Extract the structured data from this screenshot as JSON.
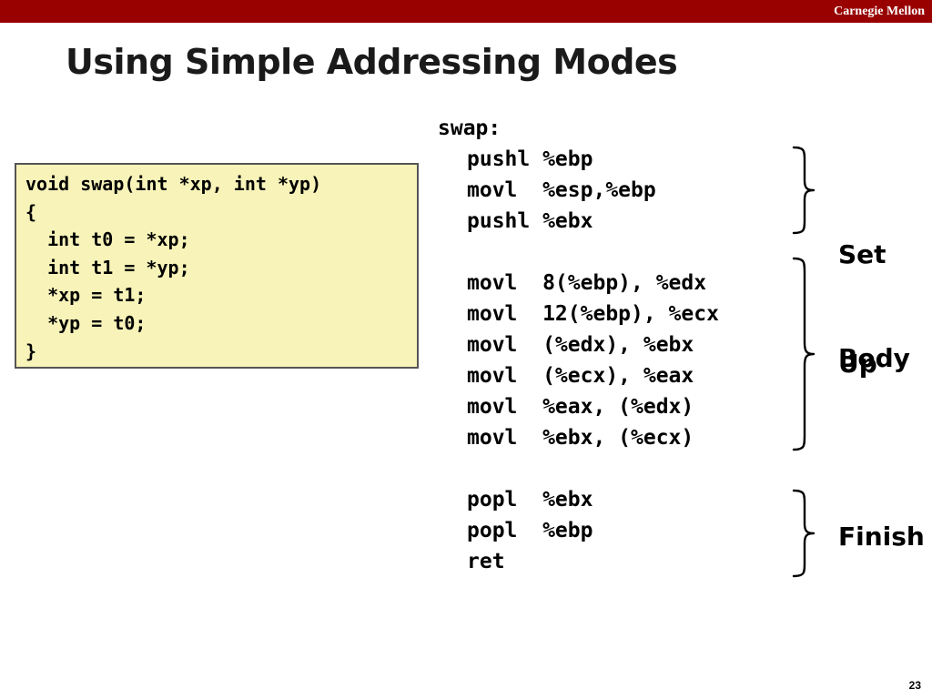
{
  "header": {
    "institution": "Carnegie Mellon",
    "bar_color": "#990000"
  },
  "title": "Using Simple Addressing Modes",
  "c_code": {
    "background": "#f7f3b9",
    "lines": [
      "void swap(int *xp, int *yp)",
      "{",
      "  int t0 = *xp;",
      "  int t1 = *yp;",
      "  *xp = t1;",
      "  *yp = t0;",
      "}"
    ]
  },
  "assembly": {
    "label": "swap:",
    "set_up": [
      "pushl %ebp",
      "movl  %esp,%ebp",
      "pushl %ebx"
    ],
    "body": [
      "movl  8(%ebp), %edx",
      "movl  12(%ebp), %ecx",
      "movl  (%edx), %ebx",
      "movl  (%ecx), %eax",
      "movl  %eax, (%edx)",
      "movl  %ebx, (%ecx)"
    ],
    "finish": [
      "popl  %ebx",
      "popl  %ebp",
      "ret"
    ]
  },
  "sections": {
    "set_up_line1": "Set",
    "set_up_line2": "Up",
    "body": "Body",
    "finish": "Finish"
  },
  "slide_number": "23"
}
